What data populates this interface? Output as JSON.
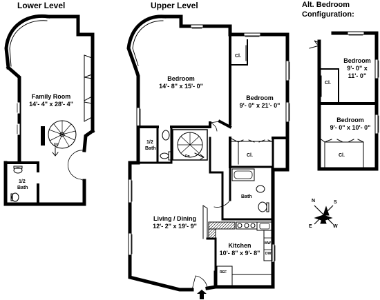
{
  "headers": {
    "lower": "Lower Level",
    "upper": "Upper Level",
    "alt_line1": "Alt. Bedroom",
    "alt_line2": "Configuration:"
  },
  "lower": {
    "family_room_name": "Family Room",
    "family_room_dims": "14'- 4\" x 28'- 4\"",
    "half_bath_line1": "1/2",
    "half_bath_line2": "Bath",
    "stair_label": "Up"
  },
  "upper": {
    "bedroom1_name": "Bedroom",
    "bedroom1_dims": "14'- 8\" x 15'- 0\"",
    "bedroom2_name": "Bedroom",
    "bedroom2_dims": "9'- 0\" x 21'- 0\"",
    "closet_top": "Cl.",
    "closet_mid": "Cl.",
    "half_bath_line1": "1/2",
    "half_bath_line2": "Bath",
    "stair_label": "Dn",
    "bath": "Bath",
    "living_name": "Living / Dining",
    "living_dims": "12'- 2\" x 19'- 9\"",
    "kitchen_name": "Kitchen",
    "kitchen_dims": "10'- 8\" x 9'- 8\"",
    "mw": "MW",
    "dw": "DW",
    "ref": "REF"
  },
  "alt": {
    "bedroom_a_name": "Bedroom",
    "bedroom_a_dims_1": "9'- 0\" x",
    "bedroom_a_dims_2": "11'- 0\"",
    "closet_a": "Cl.",
    "bedroom_b_name": "Bedroom",
    "bedroom_b_dims": "9'- 0\" x 10'- 0\"",
    "closet_b": "Cl."
  },
  "compass": {
    "n": "N",
    "s": "S",
    "e": "E",
    "w": "W"
  }
}
